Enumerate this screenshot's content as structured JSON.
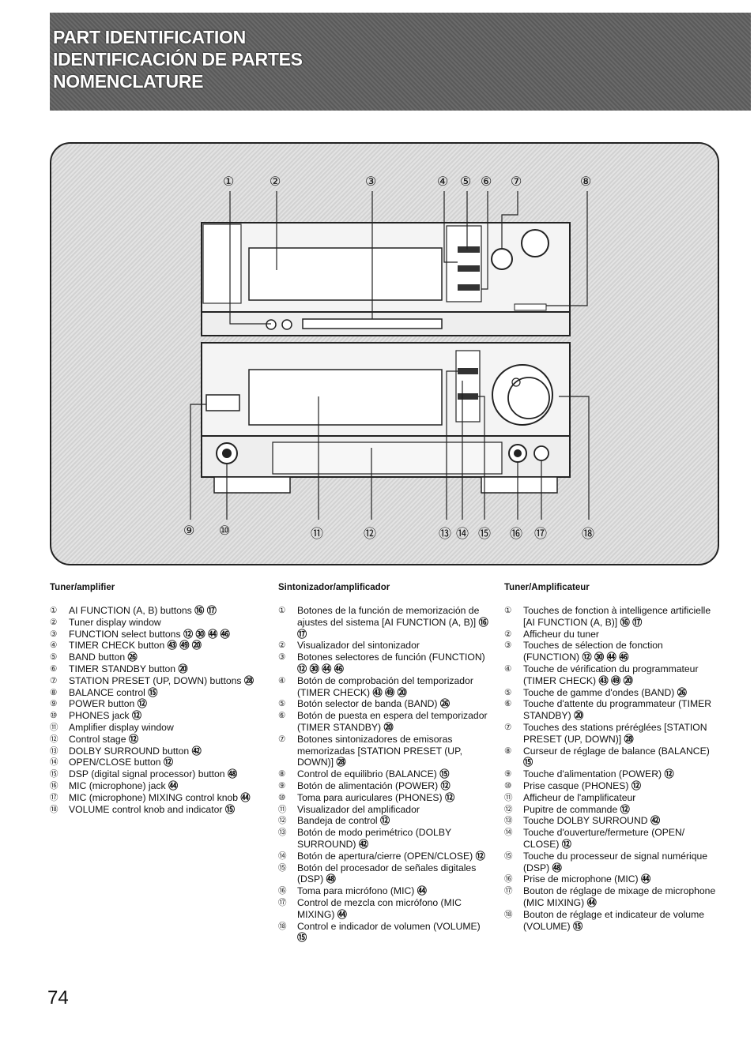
{
  "header": {
    "lines": [
      "PART IDENTIFICATION",
      "IDENTIFICACIÓN DE PARTES",
      "NOMENCLATURE"
    ]
  },
  "figure": {
    "top_callouts": [
      "①",
      "②",
      "③",
      "④",
      "⑤",
      "⑥",
      "⑦",
      "⑧"
    ],
    "bottom_callouts": [
      "⑨",
      "⑩",
      "⑪",
      "⑫",
      "⑬",
      "⑭",
      "⑮",
      "⑯",
      "⑰",
      "⑱"
    ]
  },
  "columns": [
    {
      "title": "Tuner/amplifier",
      "items": [
        {
          "n": "①",
          "text": "AI FUNCTION (A, B) buttons",
          "refs": "⑯ ⑰"
        },
        {
          "n": "②",
          "text": "Tuner display window",
          "refs": ""
        },
        {
          "n": "③",
          "text": "FUNCTION select buttons",
          "refs": "⑫ ㉚ ㊹ ㊻"
        },
        {
          "n": "④",
          "text": "TIMER CHECK button",
          "refs": "㊸ ㊾ ⑳"
        },
        {
          "n": "⑤",
          "text": "BAND button",
          "refs": "㉖"
        },
        {
          "n": "⑥",
          "text": "TIMER STANDBY button",
          "refs": "⑳"
        },
        {
          "n": "⑦",
          "text": "STATION PRESET (UP, DOWN) buttons",
          "refs": "㉘"
        },
        {
          "n": "⑧",
          "text": "BALANCE control",
          "refs": "⑮"
        },
        {
          "n": "⑨",
          "text": "POWER button",
          "refs": "⑫"
        },
        {
          "n": "⑩",
          "text": "PHONES jack",
          "refs": "⑫"
        },
        {
          "n": "⑪",
          "text": "Amplifier display window",
          "refs": ""
        },
        {
          "n": "⑫",
          "text": "Control stage",
          "refs": "⑫"
        },
        {
          "n": "⑬",
          "text": "DOLBY SURROUND button",
          "refs": "㊷"
        },
        {
          "n": "⑭",
          "text": "OPEN/CLOSE button",
          "refs": "⑫"
        },
        {
          "n": "⑮",
          "text": "DSP (digital signal processor) button",
          "refs": "㊽"
        },
        {
          "n": "⑯",
          "text": "MIC (microphone) jack",
          "refs": "㊹"
        },
        {
          "n": "⑰",
          "text": "MIC (microphone) MIXING control knob",
          "refs": "㊹"
        },
        {
          "n": "⑱",
          "text": "VOLUME control knob and indicator",
          "refs": "⑮"
        }
      ]
    },
    {
      "title": "Sintonizador/amplificador",
      "items": [
        {
          "n": "①",
          "text": "Botones de la función de memorización de ajustes del sistema [AI FUNCTION (A, B)]",
          "refs": "⑯ ⑰"
        },
        {
          "n": "②",
          "text": "Visualizador del sintonizador",
          "refs": ""
        },
        {
          "n": "③",
          "text": "Botones selectores de función (FUNCTION)",
          "refs": "⑫ ㉚ ㊹ ㊻"
        },
        {
          "n": "④",
          "text": "Botón de comprobación del temporizador (TIMER CHECK)",
          "refs": "㊸ ㊾ ⑳"
        },
        {
          "n": "⑤",
          "text": "Botón selector de banda (BAND)",
          "refs": "㉖"
        },
        {
          "n": "⑥",
          "text": "Botón de puesta en espera del temporizador (TIMER STANDBY)",
          "refs": "⑳"
        },
        {
          "n": "⑦",
          "text": "Botones sintonizadores de emisoras memorizadas [STATION PRESET (UP, DOWN)]",
          "refs": "㉘"
        },
        {
          "n": "⑧",
          "text": "Control de equilibrio (BALANCE)",
          "refs": "⑮"
        },
        {
          "n": "⑨",
          "text": "Botón de alimentación (POWER)",
          "refs": "⑫"
        },
        {
          "n": "⑩",
          "text": "Toma para auriculares (PHONES)",
          "refs": "⑫"
        },
        {
          "n": "⑪",
          "text": "Visualizador del amplificador",
          "refs": ""
        },
        {
          "n": "⑫",
          "text": "Bandeja de control",
          "refs": "⑫"
        },
        {
          "n": "⑬",
          "text": "Botón de modo perimétrico (DOLBY SURROUND)",
          "refs": "㊷"
        },
        {
          "n": "⑭",
          "text": "Botón de apertura/cierre (OPEN/CLOSE)",
          "refs": "⑫"
        },
        {
          "n": "⑮",
          "text": "Botón del procesador de señales digitales (DSP)",
          "refs": "㊽"
        },
        {
          "n": "⑯",
          "text": "Toma para micrófono (MIC)",
          "refs": "㊹"
        },
        {
          "n": "⑰",
          "text": "Control de mezcla con micrófono (MIC MIXING)",
          "refs": "㊹"
        },
        {
          "n": "⑱",
          "text": "Control e indicador de volumen (VOLUME)",
          "refs": "⑮"
        }
      ]
    },
    {
      "title": "Tuner/Amplificateur",
      "items": [
        {
          "n": "①",
          "text": "Touches de fonction à intelligence artificielle [AI FUNCTION (A, B)]",
          "refs": "⑯ ⑰"
        },
        {
          "n": "②",
          "text": "Afficheur du tuner",
          "refs": ""
        },
        {
          "n": "③",
          "text": "Touches de sélection de fonction (FUNCTION)",
          "refs": "⑫ ㉚ ㊹ ㊻"
        },
        {
          "n": "④",
          "text": "Touche de vérification du programmateur (TIMER CHECK)",
          "refs": "㊸ ㊾ ⑳"
        },
        {
          "n": "⑤",
          "text": "Touche de gamme d'ondes (BAND)",
          "refs": "㉖"
        },
        {
          "n": "⑥",
          "text": "Touche d'attente du programmateur (TIMER STANDBY)",
          "refs": "⑳"
        },
        {
          "n": "⑦",
          "text": "Touches des stations préréglées [STATION PRESET (UP, DOWN)]",
          "refs": "㉘"
        },
        {
          "n": "⑧",
          "text": "Curseur de réglage de balance (BALANCE)",
          "refs": "⑮"
        },
        {
          "n": "⑨",
          "text": "Touche d'alimentation (POWER)",
          "refs": "⑫"
        },
        {
          "n": "⑩",
          "text": "Prise casque (PHONES)",
          "refs": "⑫"
        },
        {
          "n": "⑪",
          "text": "Afficheur de l'amplificateur",
          "refs": ""
        },
        {
          "n": "⑫",
          "text": "Pupitre de commande",
          "refs": "⑫"
        },
        {
          "n": "⑬",
          "text": "Touche DOLBY SURROUND",
          "refs": "㊷"
        },
        {
          "n": "⑭",
          "text": "Touche d'ouverture/fermeture (OPEN/ CLOSE)",
          "refs": "⑫"
        },
        {
          "n": "⑮",
          "text": "Touche du processeur de signal numérique (DSP)",
          "refs": "㊽"
        },
        {
          "n": "⑯",
          "text": "Prise de microphone (MIC)",
          "refs": "㊹"
        },
        {
          "n": "⑰",
          "text": "Bouton de réglage de mixage de microphone (MIC MIXING)",
          "refs": "㊹"
        },
        {
          "n": "⑱",
          "text": "Bouton de réglage et indicateur de volume (VOLUME)",
          "refs": "⑮"
        }
      ]
    }
  ],
  "page_number": "74"
}
